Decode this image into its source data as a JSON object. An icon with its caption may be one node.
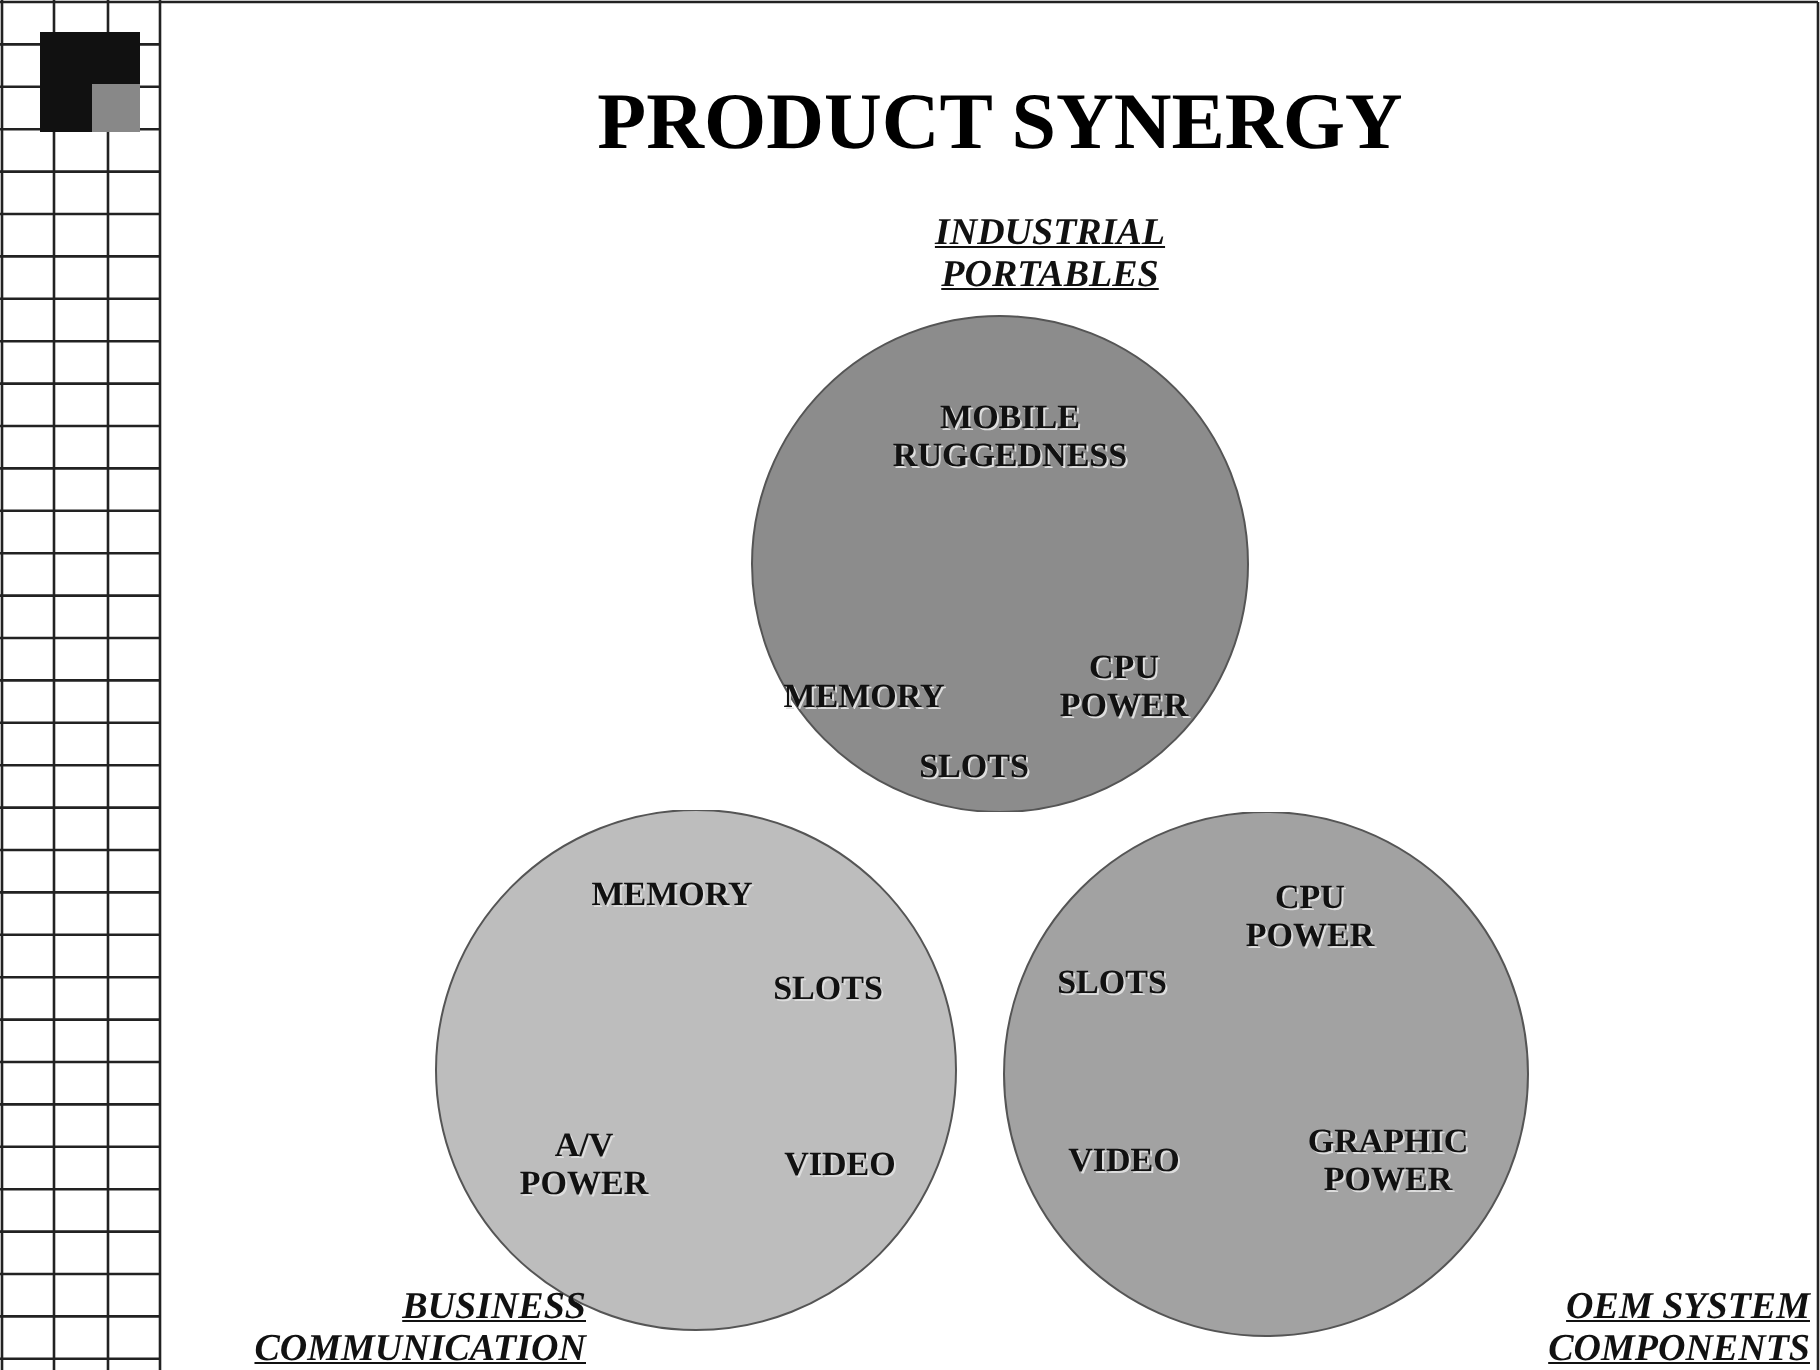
{
  "diagram": {
    "title": "PRODUCT SYNERGY",
    "nodes": [
      {
        "text": [
          "INDUSTRIAL PORTABLES",
          "MOBILE RUGGEDNESS",
          "MEMORY",
          "CPU POWER",
          "SLOTS"
        ]
      },
      {
        "text": [
          "BUSINESS COMMUNICATION",
          "MEMORY",
          "SLOTS",
          "A/V POWER",
          "VIDEO"
        ]
      },
      {
        "text": [
          "OEM SYSTEM COMPONENTS",
          "CPU POWER",
          "SLOTS",
          "VIDEO",
          "GRAPHIC POWER"
        ]
      }
    ]
  }
}
